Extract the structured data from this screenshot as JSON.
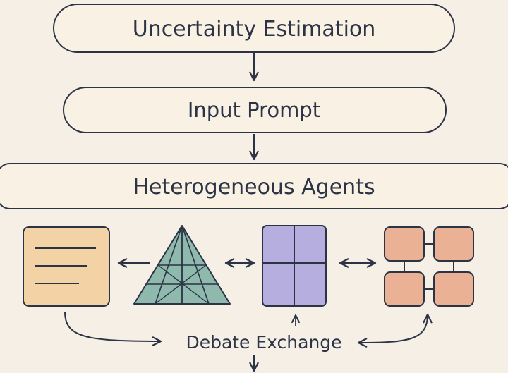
{
  "diagram": {
    "nodes": {
      "uncertainty": "Uncertainty Estimation",
      "input": "Input Prompt",
      "agents": "Heterogeneous Agents",
      "debate": "Debate Exchange"
    },
    "agent_icons": [
      {
        "name": "document-icon",
        "color": "#f3d2a6"
      },
      {
        "name": "pyramid-icon",
        "color": "#8fb9ac"
      },
      {
        "name": "grid-icon",
        "color": "#b7aee0"
      },
      {
        "name": "network-icon",
        "color": "#eab194"
      }
    ],
    "colors": {
      "background": "#f5efe6",
      "box_fill": "#f8f1e4",
      "stroke": "#2b3345"
    }
  }
}
